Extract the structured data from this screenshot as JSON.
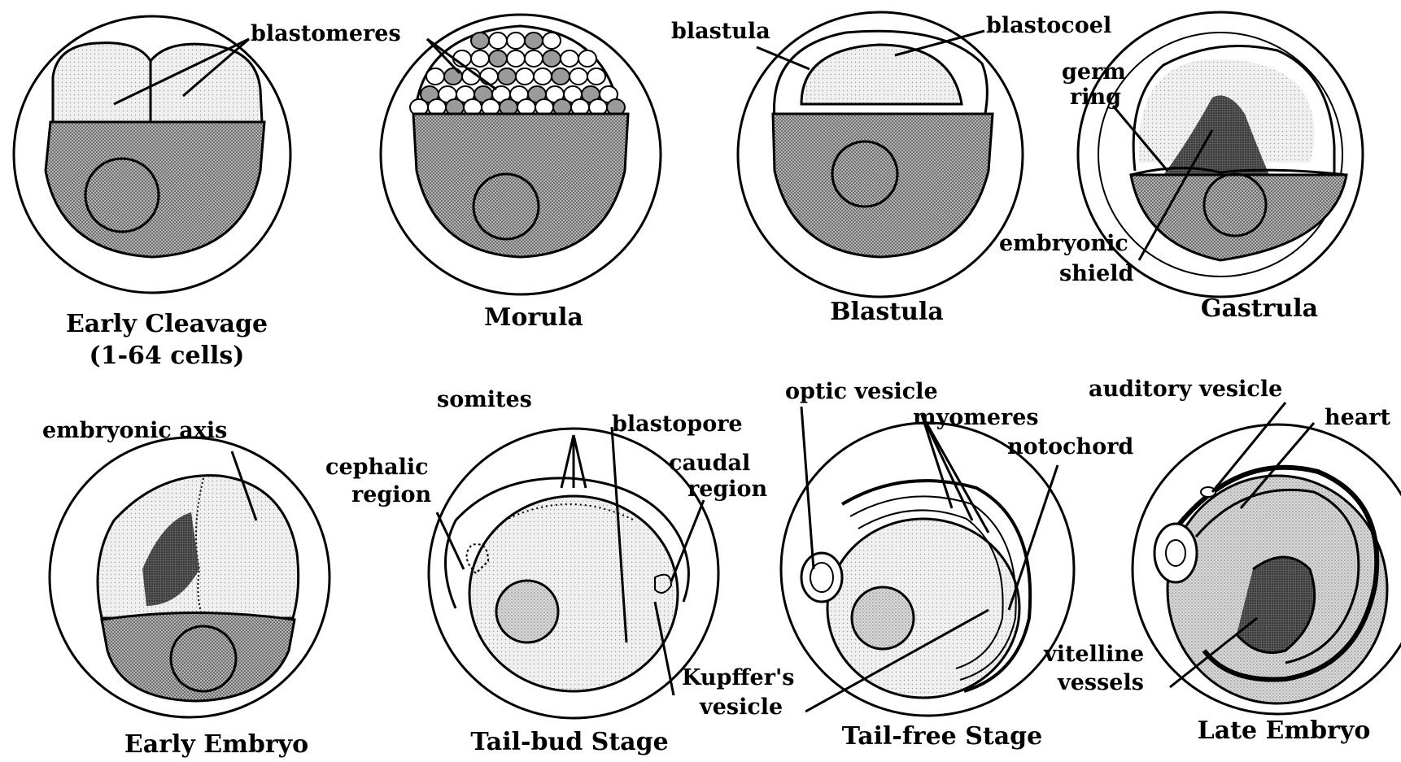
{
  "stages": [
    {
      "id": "early-cleavage",
      "caption_line1": "Early Cleavage",
      "caption_line2": "(1-64 cells)"
    },
    {
      "id": "morula",
      "caption_line1": "Morula"
    },
    {
      "id": "blastula",
      "caption_line1": "Blastula"
    },
    {
      "id": "gastrula",
      "caption_line1": "Gastrula"
    },
    {
      "id": "early-embryo",
      "caption_line1": "Early Embryo"
    },
    {
      "id": "tail-bud",
      "caption_line1": "Tail-bud Stage"
    },
    {
      "id": "tail-free",
      "caption_line1": "Tail-free Stage"
    },
    {
      "id": "late-embryo",
      "caption_line1": "Late Embryo"
    }
  ],
  "labels": {
    "blastomeres": "blastomeres",
    "blastula": "blastula",
    "blastocoel": "blastocoel",
    "germ_ring_1": "germ",
    "germ_ring_2": "ring",
    "embryonic_shield_1": "embryonic",
    "embryonic_shield_2": "shield",
    "embryonic_axis": "embryonic axis",
    "somites": "somites",
    "blastopore": "blastopore",
    "cephalic_1": "cephalic",
    "cephalic_2": "region",
    "caudal_1": "caudal",
    "caudal_2": "region",
    "kupffer_1": "Kupffer's",
    "kupffer_2": "vesicle",
    "optic_vesicle": "optic  vesicle",
    "myomeres": "myomeres",
    "notochord": "notochord",
    "auditory_vesicle": "auditory vesicle",
    "heart": "heart",
    "vitelline_1": "vitelline",
    "vitelline_2": "vessels"
  },
  "colors": {
    "ink": "#000000",
    "yolk": "#8f8f8f",
    "cells": "#d4d4d4",
    "light": "#e9e9e9",
    "background": "#ffffff"
  }
}
